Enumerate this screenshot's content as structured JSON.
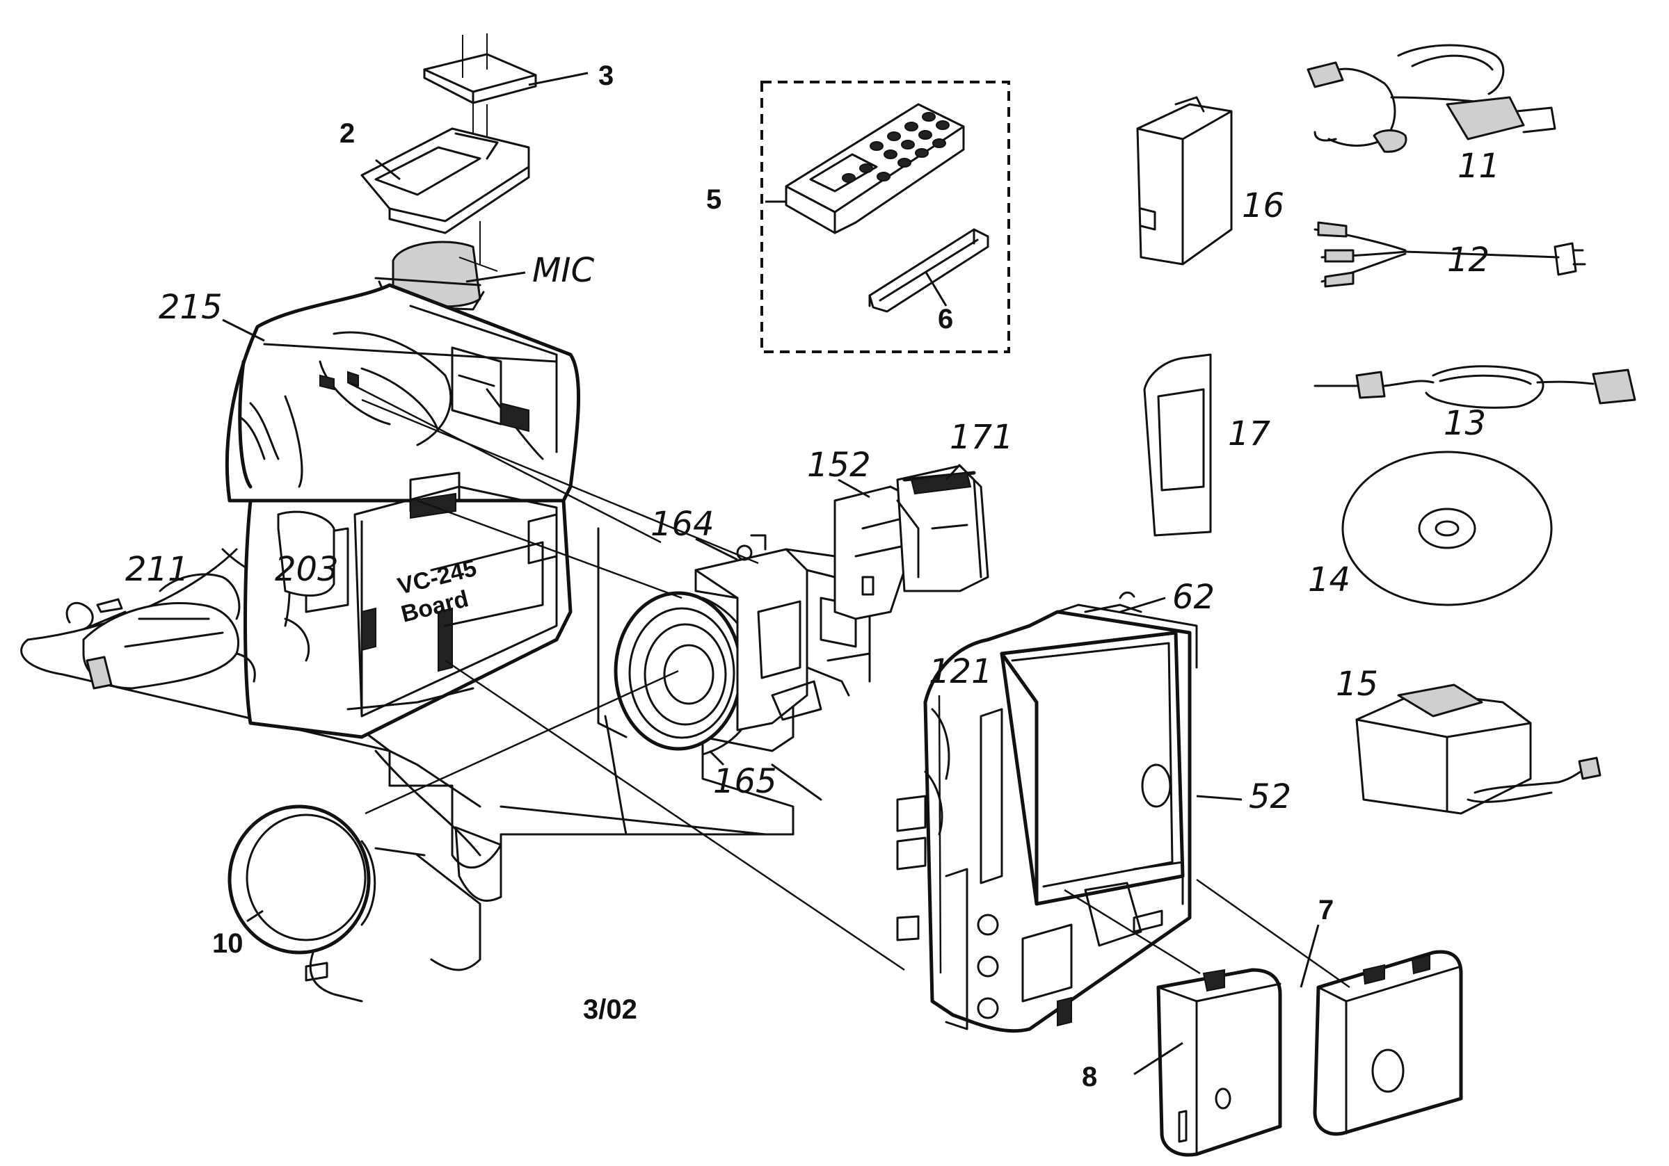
{
  "labels": {
    "p2": "2",
    "p3": "3",
    "p5": "5",
    "p6": "6",
    "p7": "7",
    "p8": "8",
    "p10": "10",
    "p11": "11",
    "p12": "12",
    "p13": "13",
    "p14": "14",
    "p15": "15",
    "p16": "16",
    "p17": "17",
    "p52": "52",
    "p62": "62",
    "p121": "121",
    "p152": "152",
    "p164": "164",
    "p165": "165",
    "p171": "171",
    "p203": "203",
    "p211": "211",
    "p215": "215",
    "mic": "MIC"
  },
  "board": {
    "line1": "VC-245",
    "line2": "Board"
  },
  "date_code": "3/02"
}
